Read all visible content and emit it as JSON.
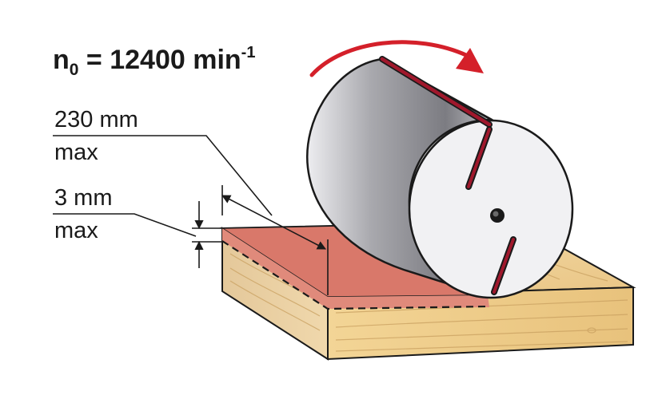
{
  "speed": {
    "symbol": "n",
    "subscript": "0",
    "equals": " = 12400 min",
    "exponent": "-1"
  },
  "dimensions": {
    "width": {
      "value": "230 mm",
      "qualifier": "max"
    },
    "depth": {
      "value": "3 mm",
      "qualifier": "max"
    }
  },
  "colors": {
    "cut_layer": "#d9786a",
    "arrow": "#d4202a",
    "blade": "#a0182c",
    "wood": "#f0d49a",
    "cutter_body": "#c9c9cd",
    "cutter_face": "#f1f1f3"
  }
}
